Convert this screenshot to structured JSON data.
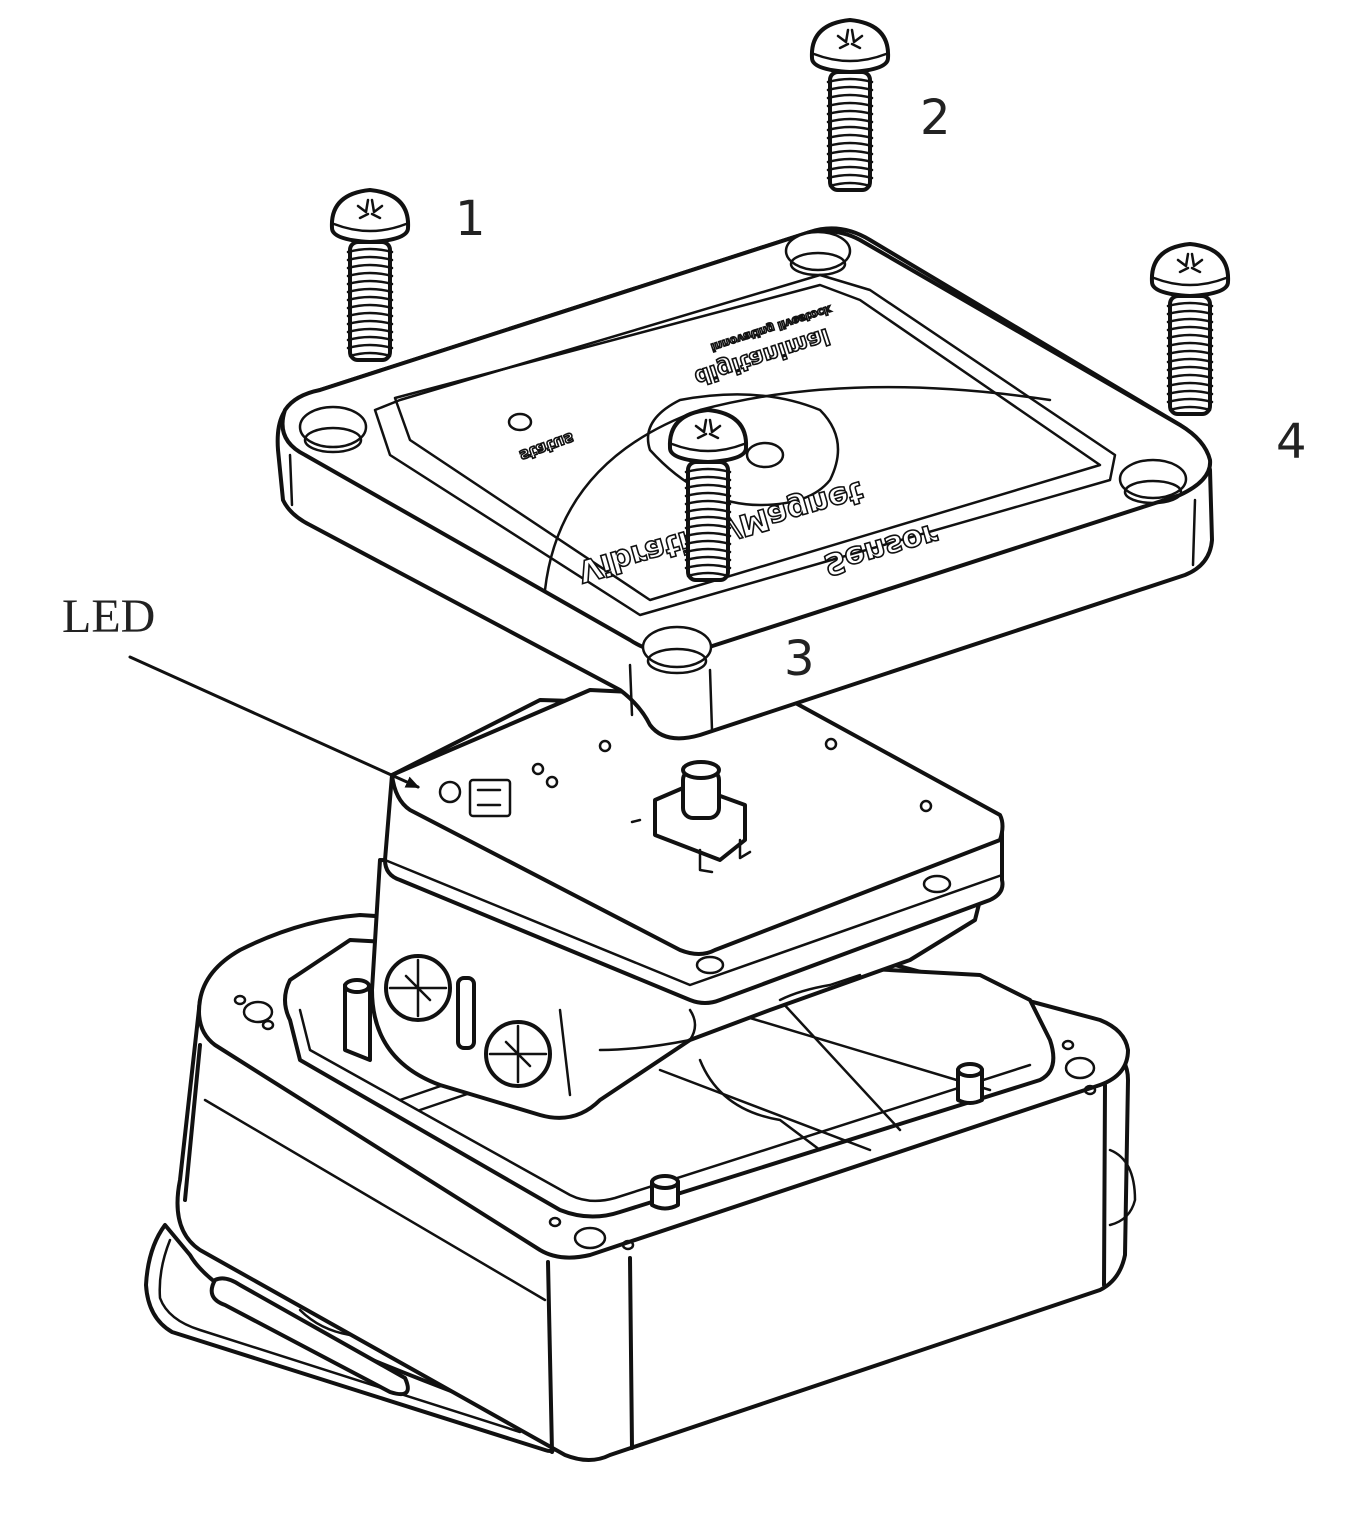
{
  "labels": {
    "led": "LED",
    "screw_1": "1",
    "screw_2": "2",
    "screw_3": "3",
    "screw_4": "4"
  },
  "lid": {
    "title_line1": "Vibration/Magnet",
    "title_line2": "Sensor",
    "brand": "digitanimal",
    "brand_sub": "innovating livestock",
    "status": "status"
  },
  "colors": {
    "line": "#111111",
    "background": "#ffffff",
    "label": "#222222"
  }
}
